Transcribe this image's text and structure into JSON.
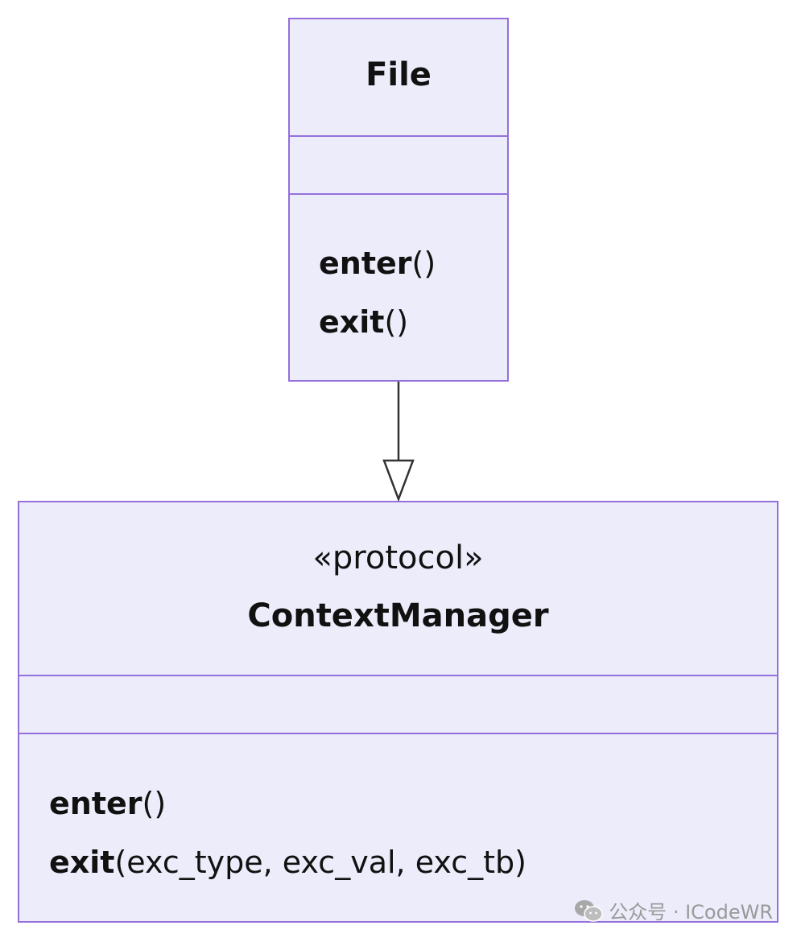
{
  "classes": {
    "file": {
      "name": "File",
      "methods": [
        {
          "name": "enter",
          "params": "()"
        },
        {
          "name": "exit",
          "params": "()"
        }
      ]
    },
    "context_manager": {
      "stereotype": "«protocol»",
      "name": "ContextManager",
      "methods": [
        {
          "name": "enter",
          "params": "()"
        },
        {
          "name": "exit",
          "params": "(exc_type, exc_val, exc_tb)"
        }
      ]
    }
  },
  "relation": {
    "type": "realization",
    "from": "File",
    "to": "ContextManager"
  },
  "colors": {
    "box_fill": "#ececfa",
    "box_border": "#9370db",
    "arrow": "#333333",
    "watermark": "#9a9a9a"
  },
  "watermark": {
    "icon": "wechat-icon",
    "text": "公众号 · ICodeWR"
  }
}
